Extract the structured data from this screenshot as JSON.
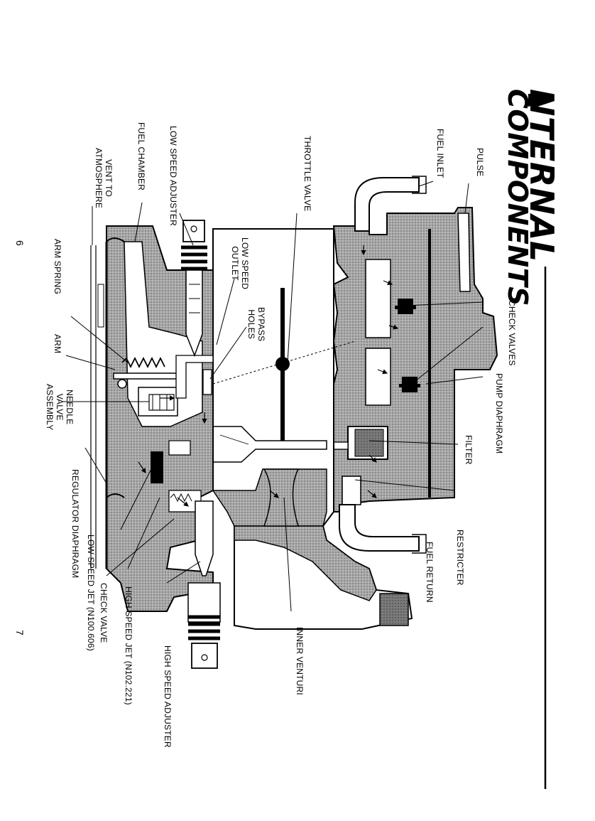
{
  "title": {
    "line1": "NTERNAL",
    "line2": "COMPONENTS"
  },
  "page_numbers": {
    "left": "6",
    "right": "7"
  },
  "labels": {
    "pulse": "PULSE",
    "fuel_inlet": "FUEL INLET",
    "throttle_valve": "THROTTLE VALVE",
    "low_speed_adjuster": "LOW SPEED ADJUSTER",
    "fuel_chamber": "FUEL CHAMBER",
    "vent_line1": "VENT TO",
    "vent_line2": "ATMOSPHERE",
    "low_speed_outlet_line1": "LOW SPEED",
    "low_speed_outlet_line2": "OUTLET",
    "bypass_line1": "BYPASS",
    "bypass_line2": "HOLES",
    "arm_spring": "ARM SPRING",
    "arm": "ARM",
    "needle_line1": "NEEDLE",
    "needle_line2": "VALVE",
    "needle_line3": "ASSEMBLY",
    "check_valves": "CHECK VALVES",
    "pump_diaphragm": "PUMP DIAPHRAGM",
    "filter": "FILTER",
    "restricter": "RESTRICTER",
    "fuel_return": "FUEL RETURN",
    "inner_venturi": "INNER VENTURI",
    "high_speed_adjuster": "HIGH SPEED ADJUSTER",
    "high_speed_jet": "HIGH SPEED JET (N102.221)",
    "check_valve": "CHECK VALVE",
    "low_speed_jet": "LOW SPEED JET (N100.606)",
    "regulator_diaphragm": "REGULATOR DIAPHRAGM"
  }
}
